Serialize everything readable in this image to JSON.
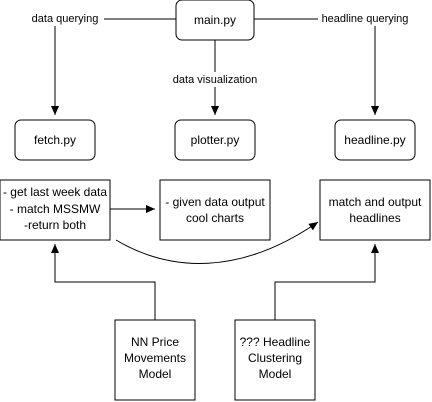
{
  "nodes": {
    "main": {
      "label": "main.py"
    },
    "fetch": {
      "label": "fetch.py"
    },
    "plotter": {
      "label": "plotter.py"
    },
    "headline": {
      "label": "headline.py"
    },
    "fetch_tasks": {
      "lines": [
        "- get last week data",
        "- match MSSMW",
        "-return both"
      ]
    },
    "plotter_task": {
      "lines": [
        "- given data output",
        "cool charts"
      ]
    },
    "headline_task": {
      "lines": [
        "match and output",
        "headlines"
      ]
    },
    "nn_model": {
      "lines": [
        "NN Price",
        "Movements",
        "Model"
      ]
    },
    "headline_model": {
      "lines": [
        "??? Headline",
        "Clustering",
        "Model"
      ]
    }
  },
  "edges": {
    "data_querying": {
      "label": "data querying"
    },
    "data_visualization": {
      "label": "data visualization"
    },
    "headline_querying": {
      "label": "headline querying"
    }
  },
  "colors": {
    "stroke": "#000000",
    "fill": "#ffffff",
    "text": "#000000"
  }
}
